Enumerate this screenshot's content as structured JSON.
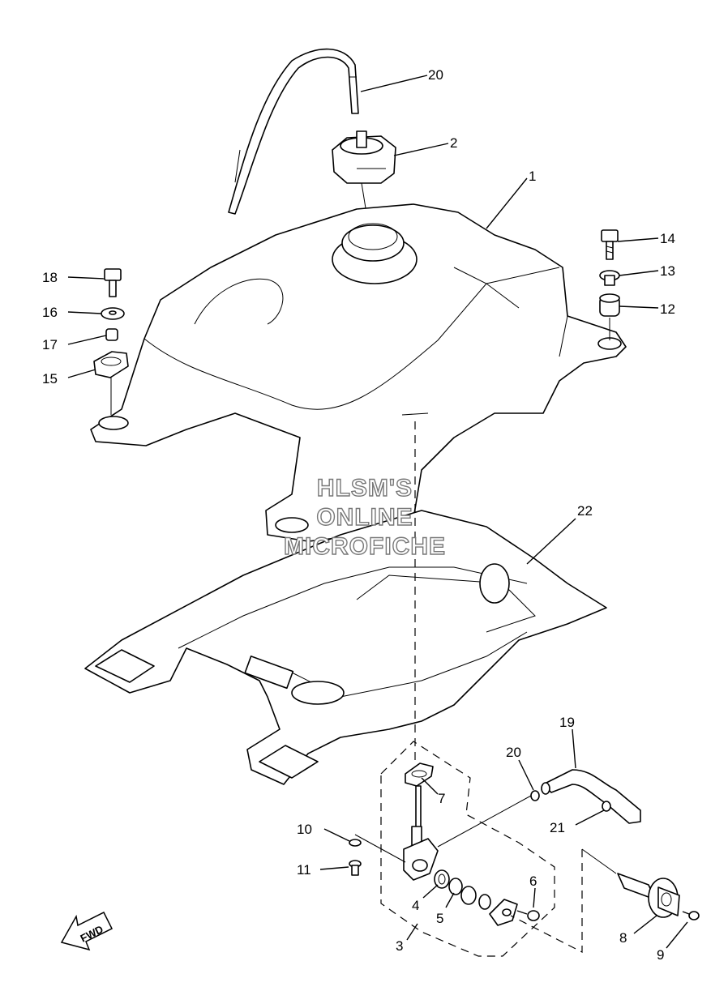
{
  "watermark": [
    "HLSM'S",
    "ONLINE",
    "MICROFICHE"
  ],
  "fwd_label": "FWD",
  "callouts": [
    "1",
    "2",
    "3",
    "4",
    "5",
    "6",
    "7",
    "8",
    "9",
    "10",
    "11",
    "12",
    "13",
    "14",
    "15",
    "16",
    "17",
    "18",
    "19",
    "20",
    "20",
    "21",
    "22"
  ]
}
